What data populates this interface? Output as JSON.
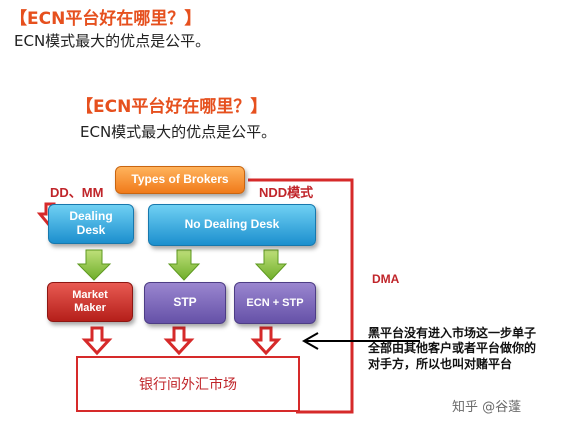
{
  "header_top": {
    "title": "【ECN平台好在哪里？】",
    "subtitle": "ECN模式最大的优点是公平。"
  },
  "figure": {
    "header": "【ECN平台好在哪里？】",
    "subtitle": "ECN模式最大的优点是公平。",
    "types_of_brokers": "Types of Brokers",
    "dealing_desk_label": "DD、MM",
    "ndd_label": "NDD模式",
    "dealing_desk": "Dealing Desk",
    "no_dealing_desk": "No Dealing Desk",
    "market_maker": "Market Maker",
    "stp": "STP",
    "ecn_stp": "ECN + STP",
    "dma": "DMA",
    "interbank_market": "银行间外汇市场",
    "note": "黑平台没有进入市场这一步单子全部由其他客户或者平台做你的对手方，所以也叫对赌平台",
    "watermark": "知乎 @谷蓬"
  },
  "colors": {
    "accent_red": "#d62a2a",
    "orange": "#f07a1a",
    "blue": "#1c8fce",
    "purple": "#6551a8",
    "green_arrow": "#8dc63f"
  }
}
